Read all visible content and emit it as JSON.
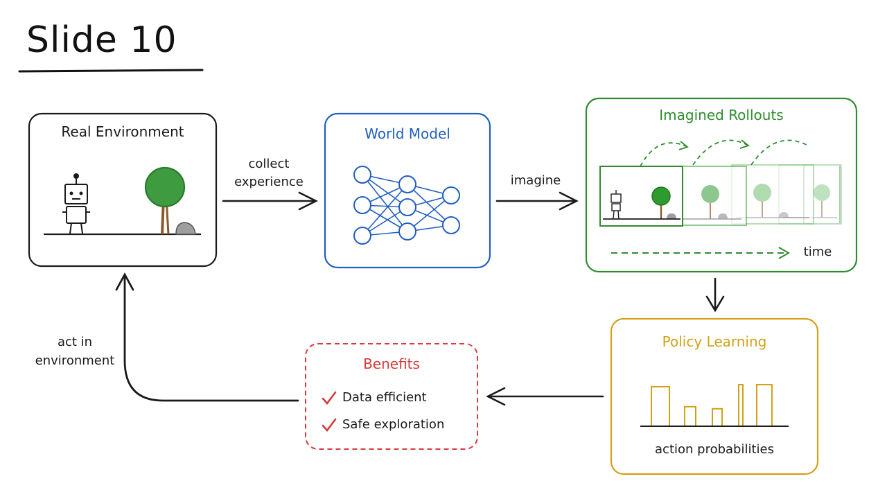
{
  "slide": {
    "title": "Slide 10"
  },
  "colors": {
    "black": "#1a1a1a",
    "blue": "#1f5fbf",
    "green": "#2e8b2e",
    "gold": "#d4a017",
    "red": "#d63a3a"
  },
  "real_env": {
    "title": "Real Environment"
  },
  "world_model": {
    "title": "World Model"
  },
  "rollouts": {
    "title": "Imagined Rollouts",
    "time_label": "time"
  },
  "policy": {
    "title": "Policy Learning",
    "caption": "action probabilities",
    "bars": [
      0.95,
      0.47,
      0.42,
      1.0,
      1.0
    ]
  },
  "benefits": {
    "title": "Benefits",
    "items": [
      "Data efficient",
      "Safe exploration"
    ]
  },
  "arrows": {
    "collect": [
      "collect",
      "experience"
    ],
    "imagine": "imagine",
    "act": [
      "act in",
      "environment"
    ]
  }
}
